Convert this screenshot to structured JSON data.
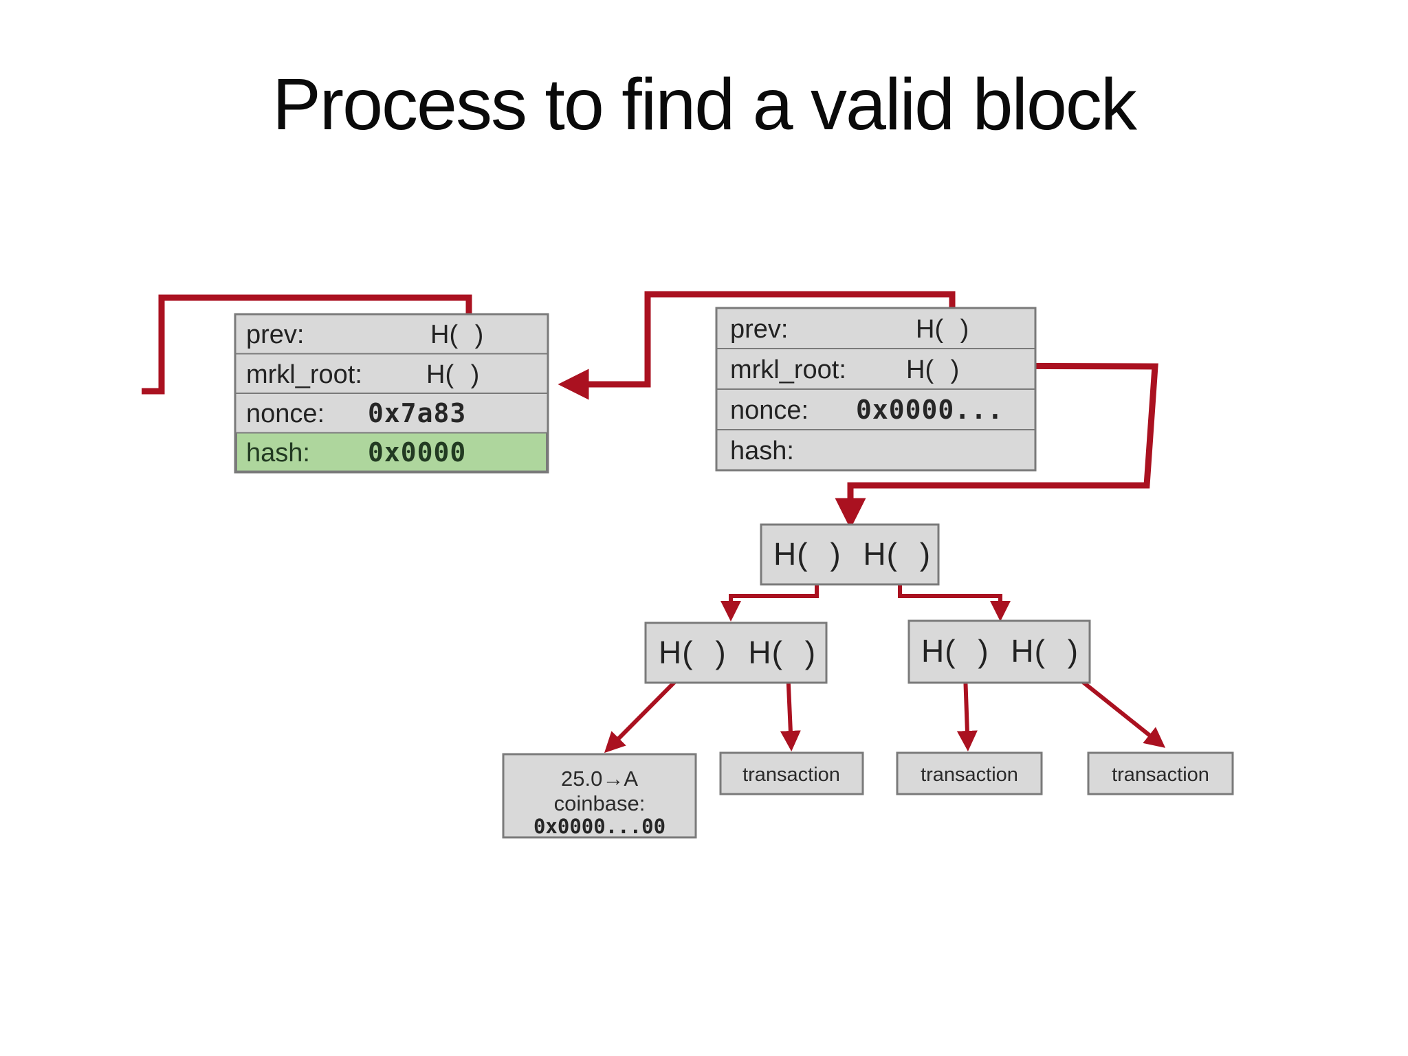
{
  "title": "Process to find a valid block",
  "left_block": {
    "rows": [
      {
        "label": "prev:",
        "value": "H( )"
      },
      {
        "label": "mrkl_root:",
        "value": "H( )"
      },
      {
        "label": "nonce:",
        "value": "0x7a83"
      },
      {
        "label": "hash:",
        "value": "0x0000"
      }
    ]
  },
  "right_block": {
    "rows": [
      {
        "label": "prev:",
        "value": "H( )"
      },
      {
        "label": "mrkl_root:",
        "value": "H( )"
      },
      {
        "label": "nonce:",
        "value": "0x0000..."
      },
      {
        "label": "hash:",
        "value": ""
      }
    ]
  },
  "merkle_tree": {
    "root_hashes": "H( ) H( )",
    "left_child_hashes": "H( ) H( )",
    "right_child_hashes": "H( ) H( )",
    "coinbase": {
      "line1": "25.0→A",
      "line2": "coinbase:",
      "line3": "0x0000...00"
    },
    "transaction_labels": [
      "transaction",
      "transaction",
      "transaction"
    ]
  },
  "colors": {
    "arrow_red": "#aa1120",
    "box_fill": "#d9d9d9",
    "box_border": "#7a7a7a",
    "hash_highlight": "#aed69d",
    "text_dark": "#222222",
    "page_bg": "#ffffff"
  }
}
